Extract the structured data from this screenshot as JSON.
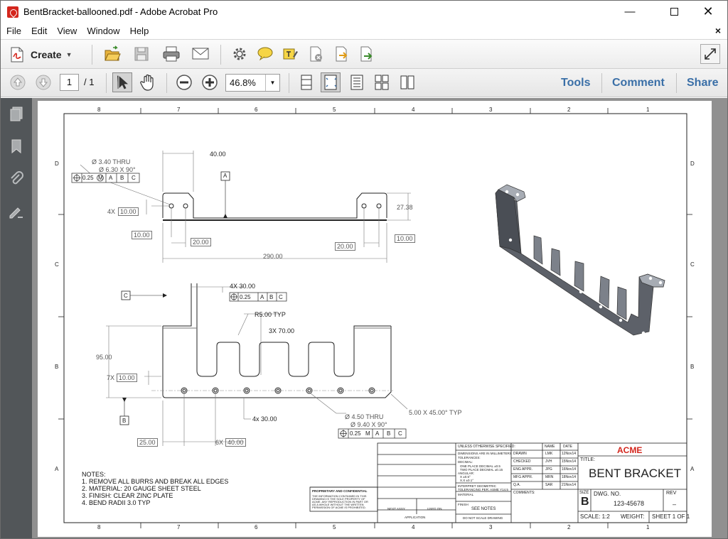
{
  "window": {
    "title": "BentBracket-ballooned.pdf - Adobe Acrobat Pro"
  },
  "menu": [
    "File",
    "Edit",
    "View",
    "Window",
    "Help"
  ],
  "toolbar": {
    "create_label": "Create"
  },
  "nav": {
    "page_current": "1",
    "page_total": "/ 1",
    "zoom": "46.8%"
  },
  "links": {
    "tools": "Tools",
    "comment": "Comment",
    "share": "Share"
  },
  "icons": {
    "accent": "#3a6fa7",
    "brand": "#d4261d"
  },
  "drawing": {
    "zones_top": [
      "8",
      "7",
      "6",
      "5",
      "4",
      "3",
      "2",
      "1"
    ],
    "zones_side": [
      "D",
      "C",
      "B",
      "A"
    ],
    "dims": {
      "d40": "40.00",
      "hole1": "Ø 3.40 THRU",
      "hole2": "Ø 6.30 X 90°",
      "fcf1": "0.25",
      "four_x": "4X",
      "d10a": "10.00",
      "d10b": "10.00",
      "d20a": "20.00",
      "d20b": "20.00",
      "d10c": "10.00",
      "d290": "290.00",
      "d2738": "27.38",
      "datumA": "A",
      "fourx30": "4X 30.00",
      "fcf2": "0.25",
      "r5": "R5.00 TYP",
      "threex70": "3X 70.00",
      "d95": "95.00",
      "seven_x": "7X",
      "d10d": "10.00",
      "datumC": "C",
      "datumB": "B",
      "fourx30b": "4x 30.00",
      "hole3": "Ø 4.50 THRU",
      "hole4": "Ø 9.40 X 90°",
      "fcf3": "0.25",
      "chamfer": "5.00 X 45.00° TYP",
      "d25": "25.00",
      "six_x": "6X",
      "d40b": "40.00",
      "ref_a": "A",
      "ref_b": "B",
      "ref_c": "C",
      "ref_m": "M"
    },
    "notes": {
      "title": "NOTES:",
      "n1": "1.     REMOVE ALL BURRS AND BREAK ALL EDGES",
      "n2": "2.     MATERIAL: 20 GAUGE SHEET STEEL",
      "n3": "3.     FINISH: CLEAR ZINC PLATE",
      "n4": "4.     BEND RADII 3.0 TYP"
    },
    "titleblock": {
      "unless": "UNLESS OTHERWISE SPECIFIED:",
      "name": "NAME",
      "date": "DATE",
      "dims_mm": "DIMENSIONS ARE IN MILLIMETERS",
      "tol": "TOLERANCES:",
      "decimal": "DECIMAL:",
      "one_place": "ONE PLACE DECIMAL ±0.5",
      "two_place": "TWO PLACE DECIMAL ±0.15",
      "angular": "ANGULAR:",
      "ang1": "X ±0.5°",
      "ang2": "X.X ±0.1°",
      "interp": "INTERPRET GEOMETRIC",
      "interp2": "TOLERANCING PER: ASME Y14.5",
      "material": "MATERIAL",
      "finish": "FINISH",
      "see_notes": "SEE NOTES",
      "no_scale": "DO NOT SCALE DRAWING",
      "drawn": "DRAWN",
      "drawn_n": "LMK",
      "drawn_d": "12Nov14",
      "checked": "CHECKED",
      "checked_n": "JVH",
      "checked_d": "15Nov14",
      "eng": "ENG APPR.",
      "eng_n": "JPG",
      "eng_d": "16Nov14",
      "mfg": "MFG APPR.",
      "mfg_n": "MRN",
      "mfg_d": "18Nov14",
      "qa": "Q.A.",
      "qa_n": "SAR",
      "qa_d": "21Nov14",
      "comments": "COMMENTS:",
      "company": "ACME",
      "title_lbl": "TITLE:",
      "part_title": "BENT BRACKET",
      "size_lbl": "SIZE",
      "size": "B",
      "dwg_lbl": "DWG.  NO.",
      "dwg_no": "123-45678",
      "rev_lbl": "REV",
      "rev": "–",
      "scale": "SCALE: 1:2",
      "weight": "WEIGHT:",
      "sheet": "SHEET 1 OF 1",
      "prop": "PROPRIETARY AND CONFIDENTIAL",
      "prop_text1": "THE INFORMATION CONTAINED IN THIS",
      "prop_text2": "DRAWING IS THE SOLE PROPERTY OF",
      "prop_text3": "ACME.  ANY REPRODUCTION IN PART OR",
      "prop_text4": "AS A WHOLE WITHOUT THE WRITTEN",
      "prop_text5": "PERMISSION OF ACME IS PROHIBITED.",
      "next_assy": "NEXT ASSY",
      "used_on": "USED ON",
      "application": "APPLICATION"
    }
  }
}
